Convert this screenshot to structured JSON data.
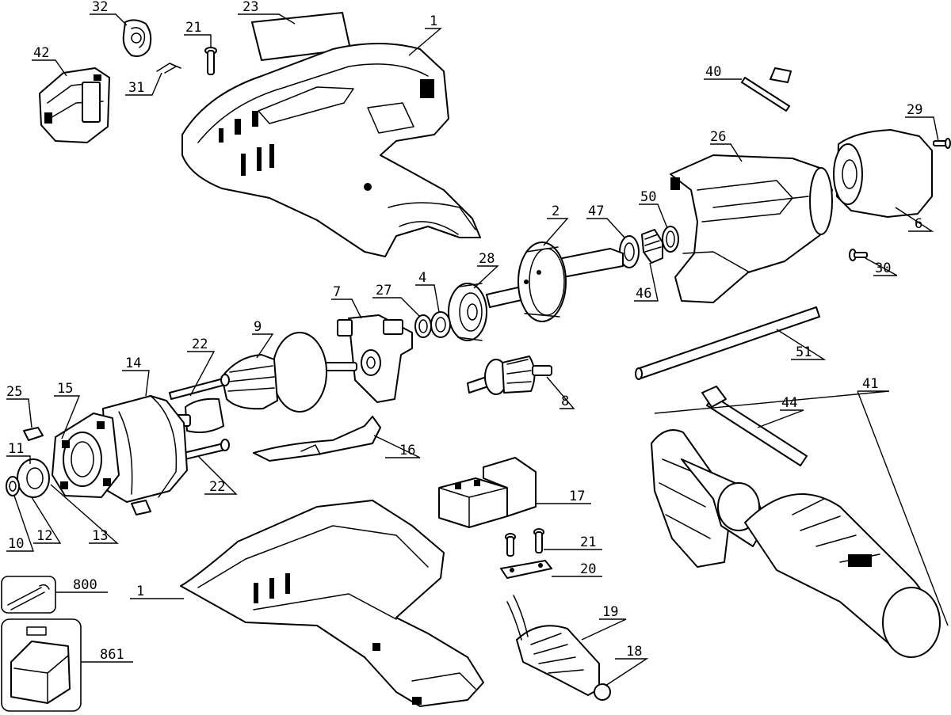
{
  "callouts": {
    "c32": "32",
    "c23": "23",
    "c21a": "21",
    "c1a": "1",
    "c42": "42",
    "c31": "31",
    "c40": "40",
    "c29": "29",
    "c26": "26",
    "c50": "50",
    "c47": "47",
    "c2": "2",
    "c6": "6",
    "c30": "30",
    "c46": "46",
    "c28": "28",
    "c27": "27",
    "c4": "4",
    "c7": "7",
    "c22a": "22",
    "c9": "9",
    "c14": "14",
    "c25": "25",
    "c15": "15",
    "c11": "11",
    "c10": "10",
    "c12": "12",
    "c13": "13",
    "c22b": "22",
    "c16": "16",
    "c51": "51",
    "c41": "41",
    "c8": "8",
    "c44": "44",
    "c17": "17",
    "c21b": "21",
    "c20": "20",
    "c1b": "1",
    "c19": "19",
    "c18": "18",
    "c800": "800",
    "c861": "861"
  }
}
